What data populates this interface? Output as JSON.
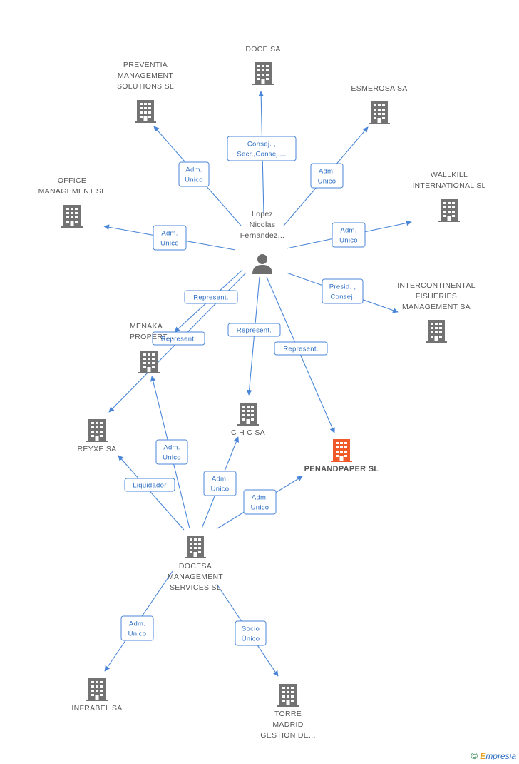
{
  "colors": {
    "edge": "#4a86d8",
    "building": "#737373",
    "building_highlight": "#f05a2a",
    "person": "#6d6d6d"
  },
  "nodes": [
    {
      "id": "docesa_sa",
      "type": "company",
      "label": [
        "DOCE SA"
      ]
    },
    {
      "id": "preventia",
      "type": "company",
      "label": [
        "PREVENTIA",
        "MANAGEMENT",
        "SOLUTIONS SL"
      ]
    },
    {
      "id": "esmerosa",
      "type": "company",
      "label": [
        "ESMEROSA SA"
      ]
    },
    {
      "id": "office",
      "type": "company",
      "label": [
        "OFFICE",
        "MANAGEMENT SL"
      ]
    },
    {
      "id": "wallkill",
      "type": "company",
      "label": [
        "WALLKILL",
        "INTERNATIONAL SL"
      ]
    },
    {
      "id": "person",
      "type": "person",
      "label": [
        "Lopez",
        "Nicolas",
        "Fernandez..."
      ]
    },
    {
      "id": "intercontinental",
      "type": "company",
      "label": [
        "INTERCONTINENTAL",
        "FISHERIES",
        "MANAGEMENT SA"
      ]
    },
    {
      "id": "menaka",
      "type": "company",
      "label": [
        "MENAKA",
        "PROPERT..."
      ]
    },
    {
      "id": "reyxe",
      "type": "company",
      "label": [
        "REYXE SA"
      ]
    },
    {
      "id": "chc",
      "type": "company",
      "label": [
        "C H C SA"
      ]
    },
    {
      "id": "penandpaper",
      "type": "company",
      "highlight": true,
      "label": [
        "PENANDPAPER SL"
      ]
    },
    {
      "id": "docesa_mgmt",
      "type": "company",
      "label": [
        "DOCESA",
        "MANAGEMENT",
        "SERVICES  SL"
      ]
    },
    {
      "id": "infrabel",
      "type": "company",
      "label": [
        "INFRABEL SA"
      ]
    },
    {
      "id": "torre",
      "type": "company",
      "label": [
        "TORRE",
        "MADRID",
        "GESTION DE..."
      ]
    }
  ],
  "edges": [
    {
      "from": "person",
      "to": "docesa_sa",
      "label": [
        "Consej. ,",
        "Secr.,Consej...."
      ]
    },
    {
      "from": "person",
      "to": "preventia",
      "label": [
        "Adm.",
        "Unico"
      ]
    },
    {
      "from": "person",
      "to": "esmerosa",
      "label": [
        "Adm.",
        "Unico"
      ]
    },
    {
      "from": "person",
      "to": "office",
      "label": [
        "Adm.",
        "Unico"
      ]
    },
    {
      "from": "person",
      "to": "wallkill",
      "label": [
        "Adm.",
        "Unico"
      ]
    },
    {
      "from": "person",
      "to": "intercontinental",
      "label": [
        "Presid. ,",
        "Consej."
      ]
    },
    {
      "from": "person",
      "to": "menaka",
      "label": [
        "Represent."
      ]
    },
    {
      "from": "person",
      "to": "reyxe",
      "label": [
        "Represent."
      ]
    },
    {
      "from": "person",
      "to": "chc",
      "label": [
        "Represent."
      ]
    },
    {
      "from": "person",
      "to": "penandpaper",
      "label": [
        "Represent."
      ]
    },
    {
      "from": "docesa_mgmt",
      "to": "reyxe",
      "label": [
        "Liquidador"
      ]
    },
    {
      "from": "docesa_mgmt",
      "to": "menaka",
      "label": [
        "Adm.",
        "Unico"
      ]
    },
    {
      "from": "docesa_mgmt",
      "to": "chc",
      "label": [
        "Adm.",
        "Unico"
      ]
    },
    {
      "from": "docesa_mgmt",
      "to": "penandpaper",
      "label": [
        "Adm.",
        "Unico"
      ]
    },
    {
      "from": "docesa_mgmt",
      "to": "infrabel",
      "label": [
        "Adm.",
        "Unico"
      ]
    },
    {
      "from": "docesa_mgmt",
      "to": "torre",
      "label": [
        "Socio",
        "Único"
      ]
    }
  ],
  "brand": {
    "copyright": "©",
    "e": "E",
    "rest": "mpresia"
  }
}
